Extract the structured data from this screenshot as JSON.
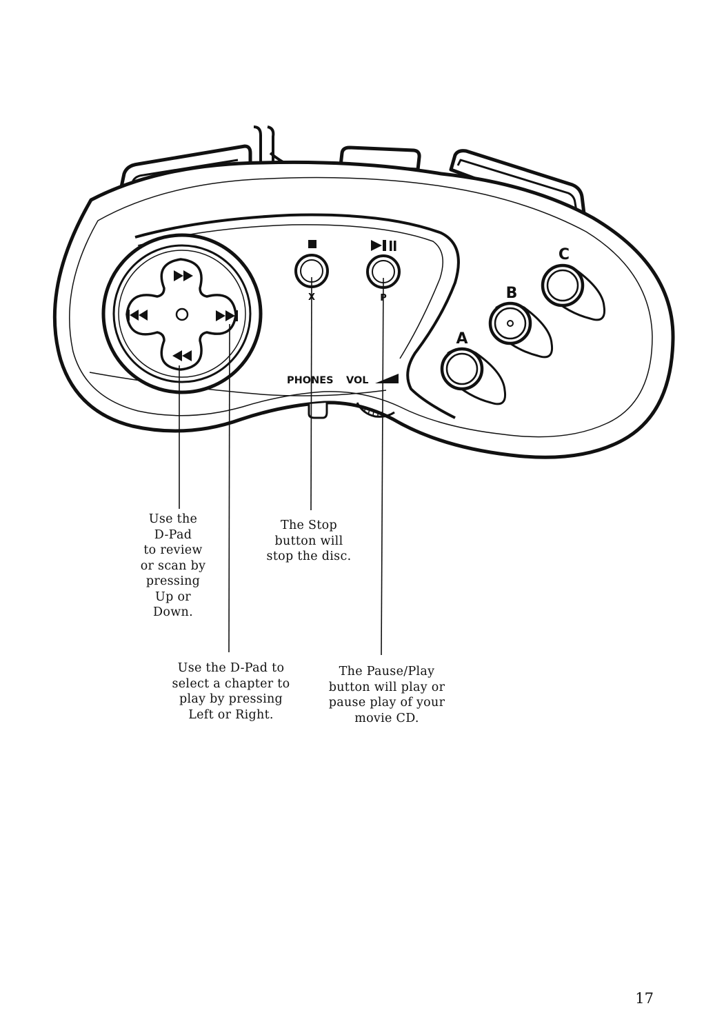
{
  "controller": {
    "buttons": {
      "a": "A",
      "b": "B",
      "c": "C",
      "x": "X",
      "p": "P"
    },
    "ports": {
      "phones": "PHONES",
      "vol": "VOL"
    },
    "icons": {
      "stop": "stop-icon",
      "play_pause": "play-pause-icon",
      "fast_forward": "fast-forward-icon",
      "rewind": "rewind-icon",
      "skip_back": "skip-back-icon",
      "skip_forward": "skip-forward-icon"
    }
  },
  "callouts": {
    "dpad_updown": [
      "Use the",
      "D-Pad",
      "to review",
      "or scan by",
      "pressing",
      "Up or",
      "Down."
    ],
    "stop": [
      "The Stop",
      "button will",
      "stop the disc."
    ],
    "dpad_leftright": [
      "Use the D-Pad to",
      "select a chapter to",
      "play by pressing",
      "Left or Right."
    ],
    "pauseplay": [
      "The Pause/Play",
      "button will play or",
      "pause play of your",
      "movie CD."
    ]
  },
  "page_number": "17"
}
